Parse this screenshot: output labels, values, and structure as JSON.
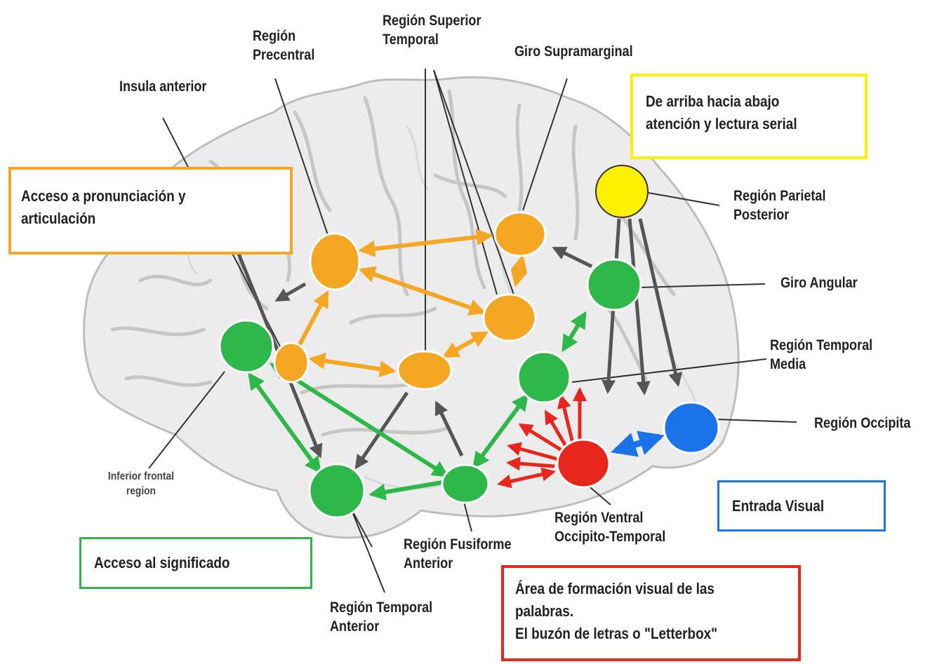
{
  "colors": {
    "orange": "#f5a623",
    "green": "#2eb84a",
    "red": "#e8261c",
    "blue": "#1a73e8",
    "yellow": "#ffef00",
    "dark_arrow": "#555555"
  },
  "boxes": {
    "pronunciation": {
      "text": "Acceso a pronunciación y\narticulación",
      "color": "#f5a623"
    },
    "top_down": {
      "text": "De arriba hacia abajo\natención y lectura serial",
      "color": "#ffef00"
    },
    "meaning": {
      "text": "Acceso al significado",
      "color": "#2eb84a"
    },
    "visual_input": {
      "text": "Entrada Visual",
      "color": "#1a73e8"
    },
    "letterbox": {
      "text": "Área de formación visual de las\npalabras.\nEl buzón de letras o \"Letterbox\"",
      "color": "#e8261c"
    }
  },
  "labels": {
    "insula": "Insula anterior",
    "precentral": "Región\nPrecentral",
    "superior_temporal": "Región Superior\nTemporal",
    "supramarginal": "Giro Supramarginal",
    "posterior_parietal": "Región Parietal\nPosterior",
    "angular": "Giro Angular",
    "middle_temporal": "Región Temporal\nMedia",
    "occipital": "Región Occipita",
    "inferior_frontal": "Inferior frontal\nregion",
    "ventral": "Región Ventral\nOccipito-Temporal",
    "fusiform": "Región Fusiforme\nAnterior",
    "anterior_temporal": "Región Temporal\nAnterior"
  }
}
